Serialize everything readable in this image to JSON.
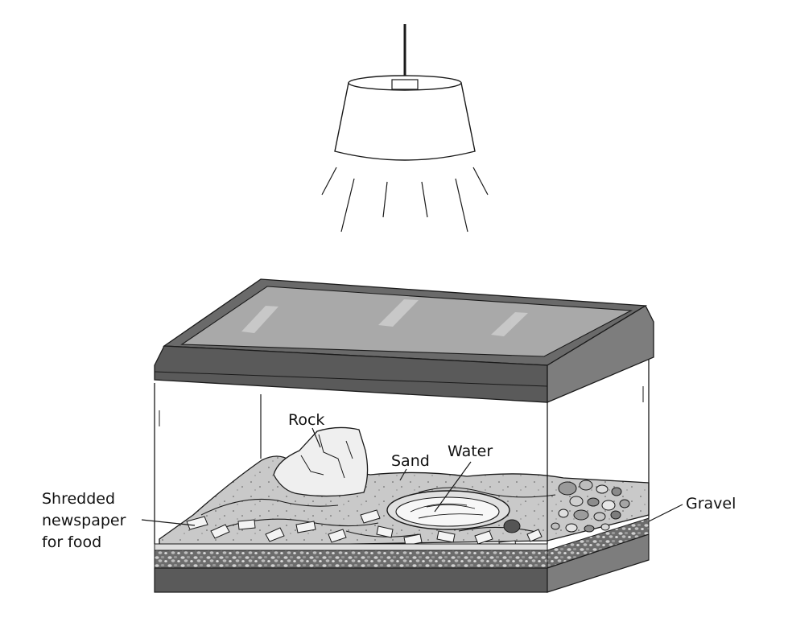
{
  "labels": {
    "rock": "Rock",
    "sand": "Sand",
    "water": "Water",
    "shredded_line1": "Shredded",
    "shredded_line2": "newspaper",
    "shredded_line3": "for food",
    "gravel": "Gravel"
  },
  "colors": {
    "outline": "#1a1a1a",
    "frame_dark": "#5a5a5a",
    "frame_mid": "#7d7d7d",
    "glass_lid": "#a9a9a9",
    "sand": "#c9c9c9",
    "rock": "#ececec",
    "water": "#f4f4f4",
    "gravel_layer": "#6c6c6c"
  }
}
